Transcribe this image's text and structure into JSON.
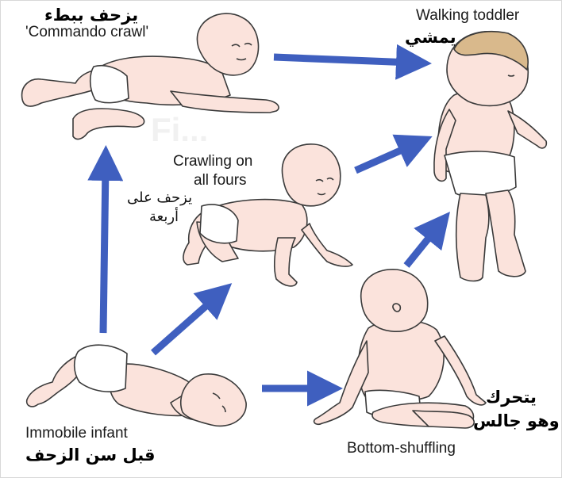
{
  "labels": {
    "commando_ar": "يزحف ببطء",
    "commando_en": "'Commando crawl'",
    "walking_en": "Walking toddler",
    "walking_ar": "يمشي",
    "crawling_en_line1": "Crawling on",
    "crawling_en_line2": "all fours",
    "crawling_ar_line1": "يزحف على",
    "crawling_ar_line2": "أربعة",
    "immobile_en": "Immobile infant",
    "immobile_ar": "قبل سن الزحف",
    "shuffling_en": "Bottom-shuffling",
    "shuffling_ar_line1": "يتحرك",
    "shuffling_ar_line2": "وهو جالس"
  },
  "colors": {
    "arrow": "#3f5fbf",
    "skin": "#fbe3dc",
    "outline": "#3a3a3a",
    "hair": "#d9b98c"
  },
  "icons": [
    "arrow-icon",
    "baby-illustration"
  ]
}
